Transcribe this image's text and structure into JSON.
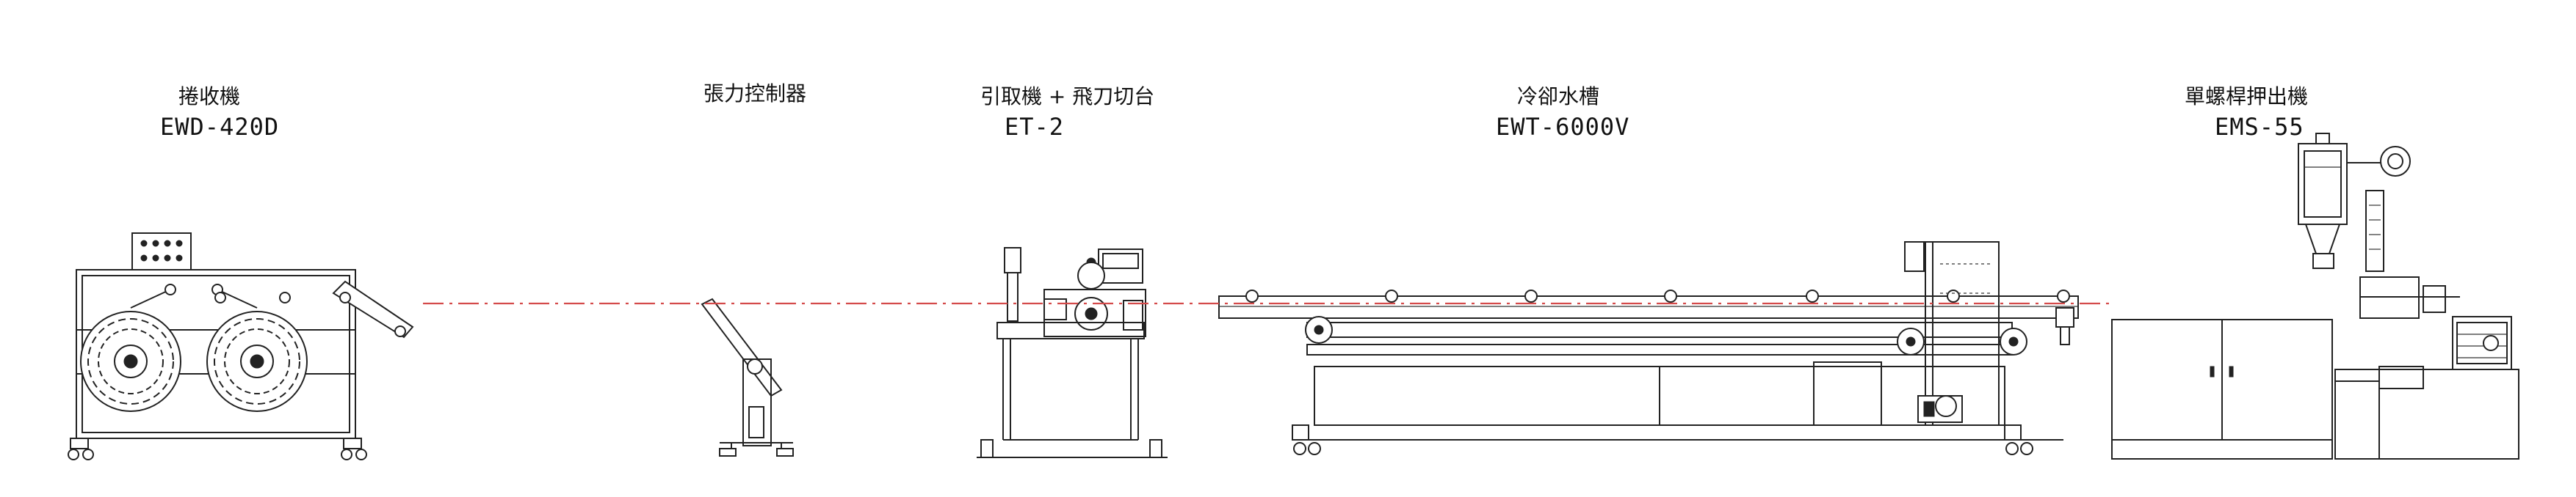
{
  "machines": [
    {
      "name": "捲收機",
      "model": "EWD-420D"
    },
    {
      "name": "張力控制器",
      "model": ""
    },
    {
      "name": "引取機 + 飛刀切台",
      "model": "ET-2"
    },
    {
      "name": "冷卻水槽",
      "model": "EWT-6000V"
    },
    {
      "name": "單螺桿押出機",
      "model": "EMS-55"
    }
  ],
  "colors": {
    "centerline": "#d44a4a",
    "stroke": "#222222",
    "background": "#ffffff"
  }
}
